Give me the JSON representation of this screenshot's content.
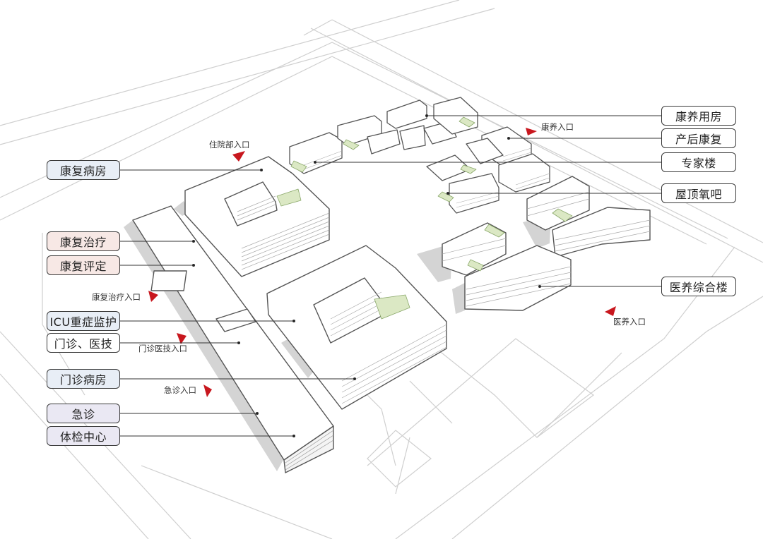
{
  "colors": {
    "marker": "#c8171e",
    "box_border": "#3a3a3a",
    "box_blue": "#e8eef6",
    "box_pink": "#f7e8e5",
    "box_purple": "#eae8f3",
    "box_white": "#ffffff",
    "roof_green": "#dbe8c4",
    "building_edge": "#555555",
    "shadow": "#d4d4d4"
  },
  "left_labels": [
    {
      "text": "康复病房",
      "tone": "blue"
    },
    {
      "text": "康复治疗",
      "tone": "pink"
    },
    {
      "text": "康复评定",
      "tone": "pink"
    },
    {
      "text": "ICU重症监护",
      "tone": "blue"
    },
    {
      "text": "门诊、医技",
      "tone": "white"
    },
    {
      "text": "门诊病房",
      "tone": "blue"
    },
    {
      "text": "急诊",
      "tone": "purple"
    },
    {
      "text": "体检中心",
      "tone": "purple"
    }
  ],
  "right_labels": [
    {
      "text": "康养用房",
      "tone": "white"
    },
    {
      "text": "产后康复",
      "tone": "white"
    },
    {
      "text": "专家楼",
      "tone": "white"
    },
    {
      "text": "屋顶氧吧",
      "tone": "white"
    },
    {
      "text": "医养综合楼",
      "tone": "white"
    }
  ],
  "entrances": [
    {
      "text": "住院部入口"
    },
    {
      "text": "康养入口"
    },
    {
      "text": "康复治疗入口"
    },
    {
      "text": "门诊医技入口"
    },
    {
      "text": "急诊入口"
    },
    {
      "text": "医养入口"
    }
  ]
}
